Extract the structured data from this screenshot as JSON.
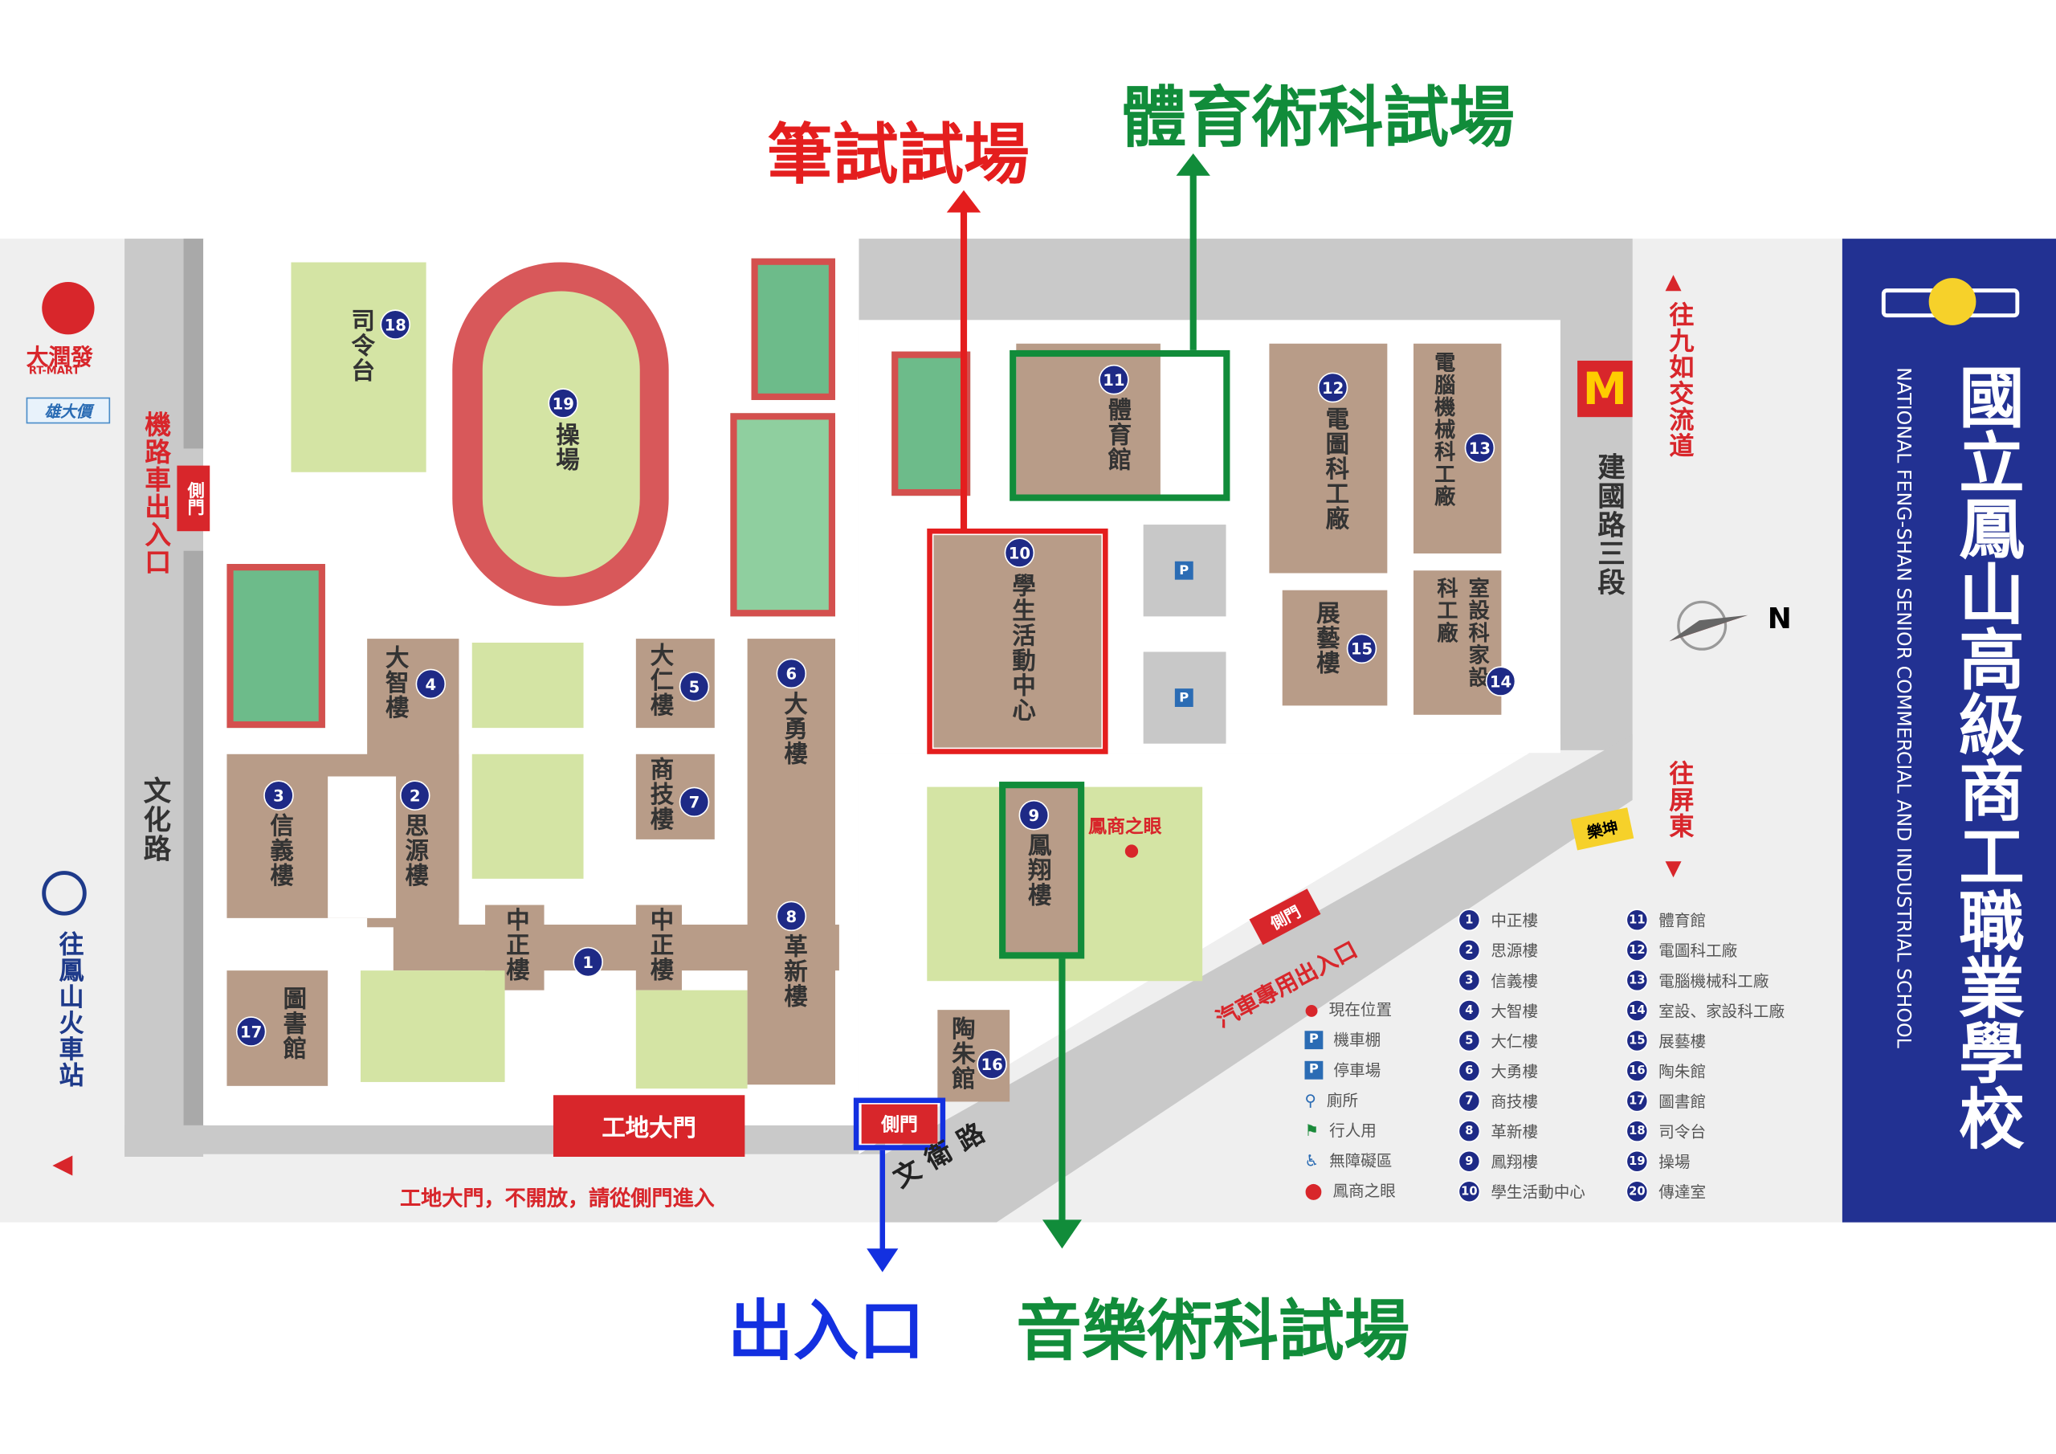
{
  "annotations": {
    "written_exam": "筆試試場",
    "pe_exam": "體育術科試場",
    "entrance": "出入口",
    "music_exam": "音樂術科試場"
  },
  "colors": {
    "written": "#e41e1e",
    "pe": "#118c3a",
    "entrance": "#1330e0",
    "music": "#118c3a",
    "panel": "#223192",
    "building": "#b89c88"
  },
  "school": {
    "name_zh": "國立鳳山高級商工職業學校",
    "name_en": "NATIONAL FENG-SHAN SENIOR COMMERCIAL AND INDUSTRIAL SCHOOL"
  },
  "stores": {
    "rtmart": "大潤發",
    "rtmart_en": "RT-MART",
    "xiong": "雄大價",
    "mcd": "M",
    "lekun": "樂坤"
  },
  "roads": {
    "moto": "機路車出入口",
    "wenhua": "文化路",
    "train": "往鳳山火車站",
    "wenwei": "文衛路",
    "jianguo": "建國路三段",
    "jiuru": "往九如交流道",
    "pingtung": "往屏東",
    "car": "汽車專用出入口"
  },
  "gates": {
    "side": "側門",
    "side_left": "側門",
    "side_diag": "側門",
    "construction": "工地大門",
    "notice": "工地大門，不開放，請從側門進入"
  },
  "compass": "N",
  "landmark": "鳳商之眼",
  "parking": "P",
  "buildings": [
    {
      "n": "1",
      "name": "中正樓"
    },
    {
      "n": "2",
      "name": "思源樓"
    },
    {
      "n": "3",
      "name": "信義樓"
    },
    {
      "n": "4",
      "name": "大智樓"
    },
    {
      "n": "5",
      "name": "大仁樓"
    },
    {
      "n": "6",
      "name": "大勇樓"
    },
    {
      "n": "7",
      "name": "商技樓"
    },
    {
      "n": "8",
      "name": "革新樓"
    },
    {
      "n": "9",
      "name": "鳳翔樓"
    },
    {
      "n": "10",
      "name": "學生活動中心"
    },
    {
      "n": "11",
      "name": "體育館"
    },
    {
      "n": "12",
      "name": "電圖科工廠"
    },
    {
      "n": "13",
      "name": "電腦機械科工廠"
    },
    {
      "n": "14",
      "name": "室設科家設科工廠"
    },
    {
      "n": "15",
      "name": "展藝樓"
    },
    {
      "n": "16",
      "name": "陶朱館"
    },
    {
      "n": "17",
      "name": "圖書館"
    },
    {
      "n": "18",
      "name": "司令台"
    },
    {
      "n": "19",
      "name": "操場"
    }
  ],
  "legend": {
    "symbols": [
      "現在位置",
      "機車棚",
      "停車場",
      "廁所",
      "行人用",
      "無障礙區",
      "鳳商之眼"
    ],
    "col1": [
      {
        "n": "1",
        "t": "中正樓"
      },
      {
        "n": "2",
        "t": "思源樓"
      },
      {
        "n": "3",
        "t": "信義樓"
      },
      {
        "n": "4",
        "t": "大智樓"
      },
      {
        "n": "5",
        "t": "大仁樓"
      },
      {
        "n": "6",
        "t": "大勇樓"
      },
      {
        "n": "7",
        "t": "商技樓"
      },
      {
        "n": "8",
        "t": "革新樓"
      },
      {
        "n": "9",
        "t": "鳳翔樓"
      },
      {
        "n": "10",
        "t": "學生活動中心"
      }
    ],
    "col2": [
      {
        "n": "11",
        "t": "體育館"
      },
      {
        "n": "12",
        "t": "電圖科工廠"
      },
      {
        "n": "13",
        "t": "電腦機械科工廠"
      },
      {
        "n": "14",
        "t": "室設、家設科工廠"
      },
      {
        "n": "15",
        "t": "展藝樓"
      },
      {
        "n": "16",
        "t": "陶朱館"
      },
      {
        "n": "17",
        "t": "圖書館"
      },
      {
        "n": "18",
        "t": "司令台"
      },
      {
        "n": "19",
        "t": "操場"
      },
      {
        "n": "20",
        "t": "傳達室"
      }
    ]
  }
}
